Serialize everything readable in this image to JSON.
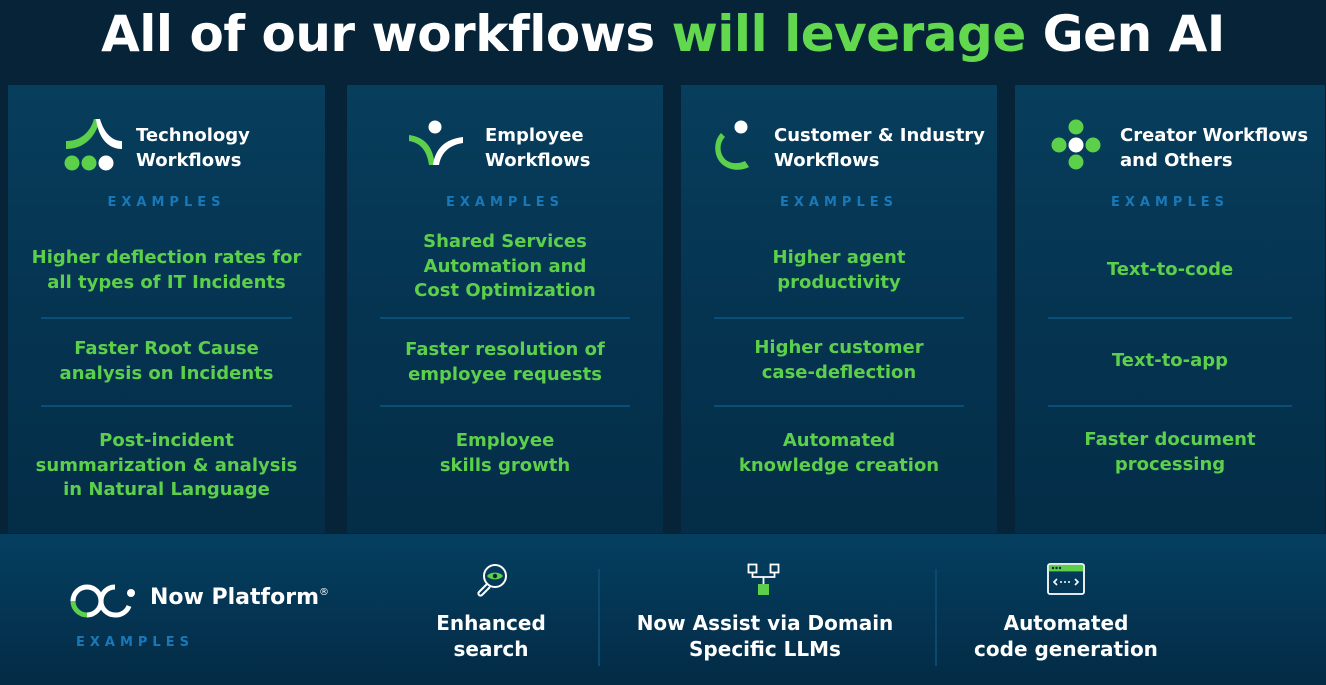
{
  "title": {
    "prefix": "All of our workflows ",
    "highlight": "will leverage",
    "suffix": " Gen AI"
  },
  "colors": {
    "accent_green": "#5ccf4b",
    "examples_blue": "#1a78b8",
    "background": "#062338"
  },
  "examples_label": "EXAMPLES",
  "cards": [
    {
      "icon": "technology-workflows-icon",
      "title_line1": "Technology",
      "title_line2": "Workflows",
      "items": [
        "Higher deflection rates for\nall types of IT Incidents",
        "Faster Root Cause\nanalysis on Incidents",
        "Post-incident\nsummarization & analysis\nin Natural Language"
      ]
    },
    {
      "icon": "employee-workflows-icon",
      "title_line1": "Employee",
      "title_line2": "Workflows",
      "items": [
        "Shared Services\nAutomation and\nCost Optimization",
        "Faster resolution of\nemployee requests",
        "Employee\nskills growth"
      ]
    },
    {
      "icon": "customer-industry-workflows-icon",
      "title_line1": "Customer & Industry",
      "title_line2": "Workflows",
      "items": [
        "Higher agent\nproductivity",
        "Higher customer\ncase-deflection",
        "Automated\nknowledge creation"
      ]
    },
    {
      "icon": "creator-workflows-icon",
      "title_line1": "Creator Workflows",
      "title_line2": "and Others",
      "items": [
        "Text-to-code",
        "Text-to-app",
        "Faster document\nprocessing"
      ]
    }
  ],
  "platform": {
    "name": "Now Platform",
    "trademark": "®",
    "examples_label": "EXAMPLES",
    "features": [
      {
        "icon": "enhanced-search-icon",
        "label_line1": "Enhanced",
        "label_line2": "search"
      },
      {
        "icon": "domain-llm-icon",
        "label_line1": "Now Assist via Domain",
        "label_line2": "Specific LLMs"
      },
      {
        "icon": "code-generation-icon",
        "label_line1": "Automated",
        "label_line2": "code generation"
      }
    ]
  }
}
